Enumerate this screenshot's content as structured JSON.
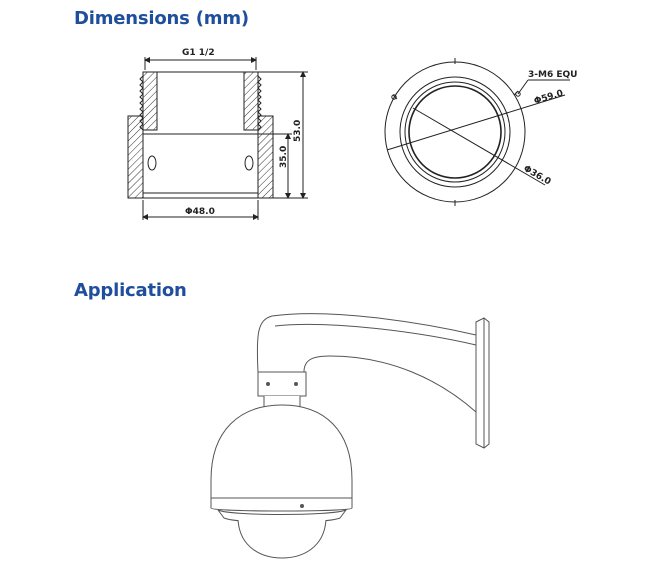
{
  "sections": {
    "dimensions_title": "Dimensions (mm)",
    "application_title": "Application"
  },
  "side_view": {
    "thread_label": "G1 1/2",
    "diameter_label": "Φ48.0",
    "height_label": "53.0",
    "inner_height_label": "35.0"
  },
  "top_view": {
    "screw_label": "3-M6 EQU",
    "outer_diameter_label": "Φ59.0",
    "inner_diameter_label": "Φ36.0"
  },
  "colors": {
    "heading": "#1f4e9c",
    "line": "#222222",
    "drawing": "#555555"
  }
}
